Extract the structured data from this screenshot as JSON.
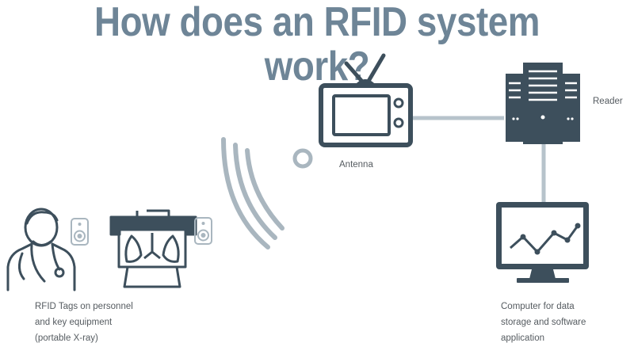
{
  "title": "How does an RFID system work?",
  "labels": {
    "antenna": "Antenna",
    "reader": "Reader",
    "tags": [
      "RFID Tags on personnel",
      "and key equipment",
      "(portable X-ray)"
    ],
    "computer": [
      "Computer for data",
      "storage and software",
      "application"
    ]
  },
  "icons": {
    "antenna": "tv-antenna-icon",
    "reader": "server-tower-icon",
    "computer": "monitor-chart-icon",
    "person": "doctor-icon",
    "xray": "portable-xray-icon",
    "tag": "rfid-tag-icon",
    "signal": "radio-waves-icon"
  },
  "colors": {
    "title": "#6e8597",
    "icon_dark": "#3d4f5c",
    "icon_light": "#a9b6bf",
    "connector": "#b7c3cb"
  }
}
